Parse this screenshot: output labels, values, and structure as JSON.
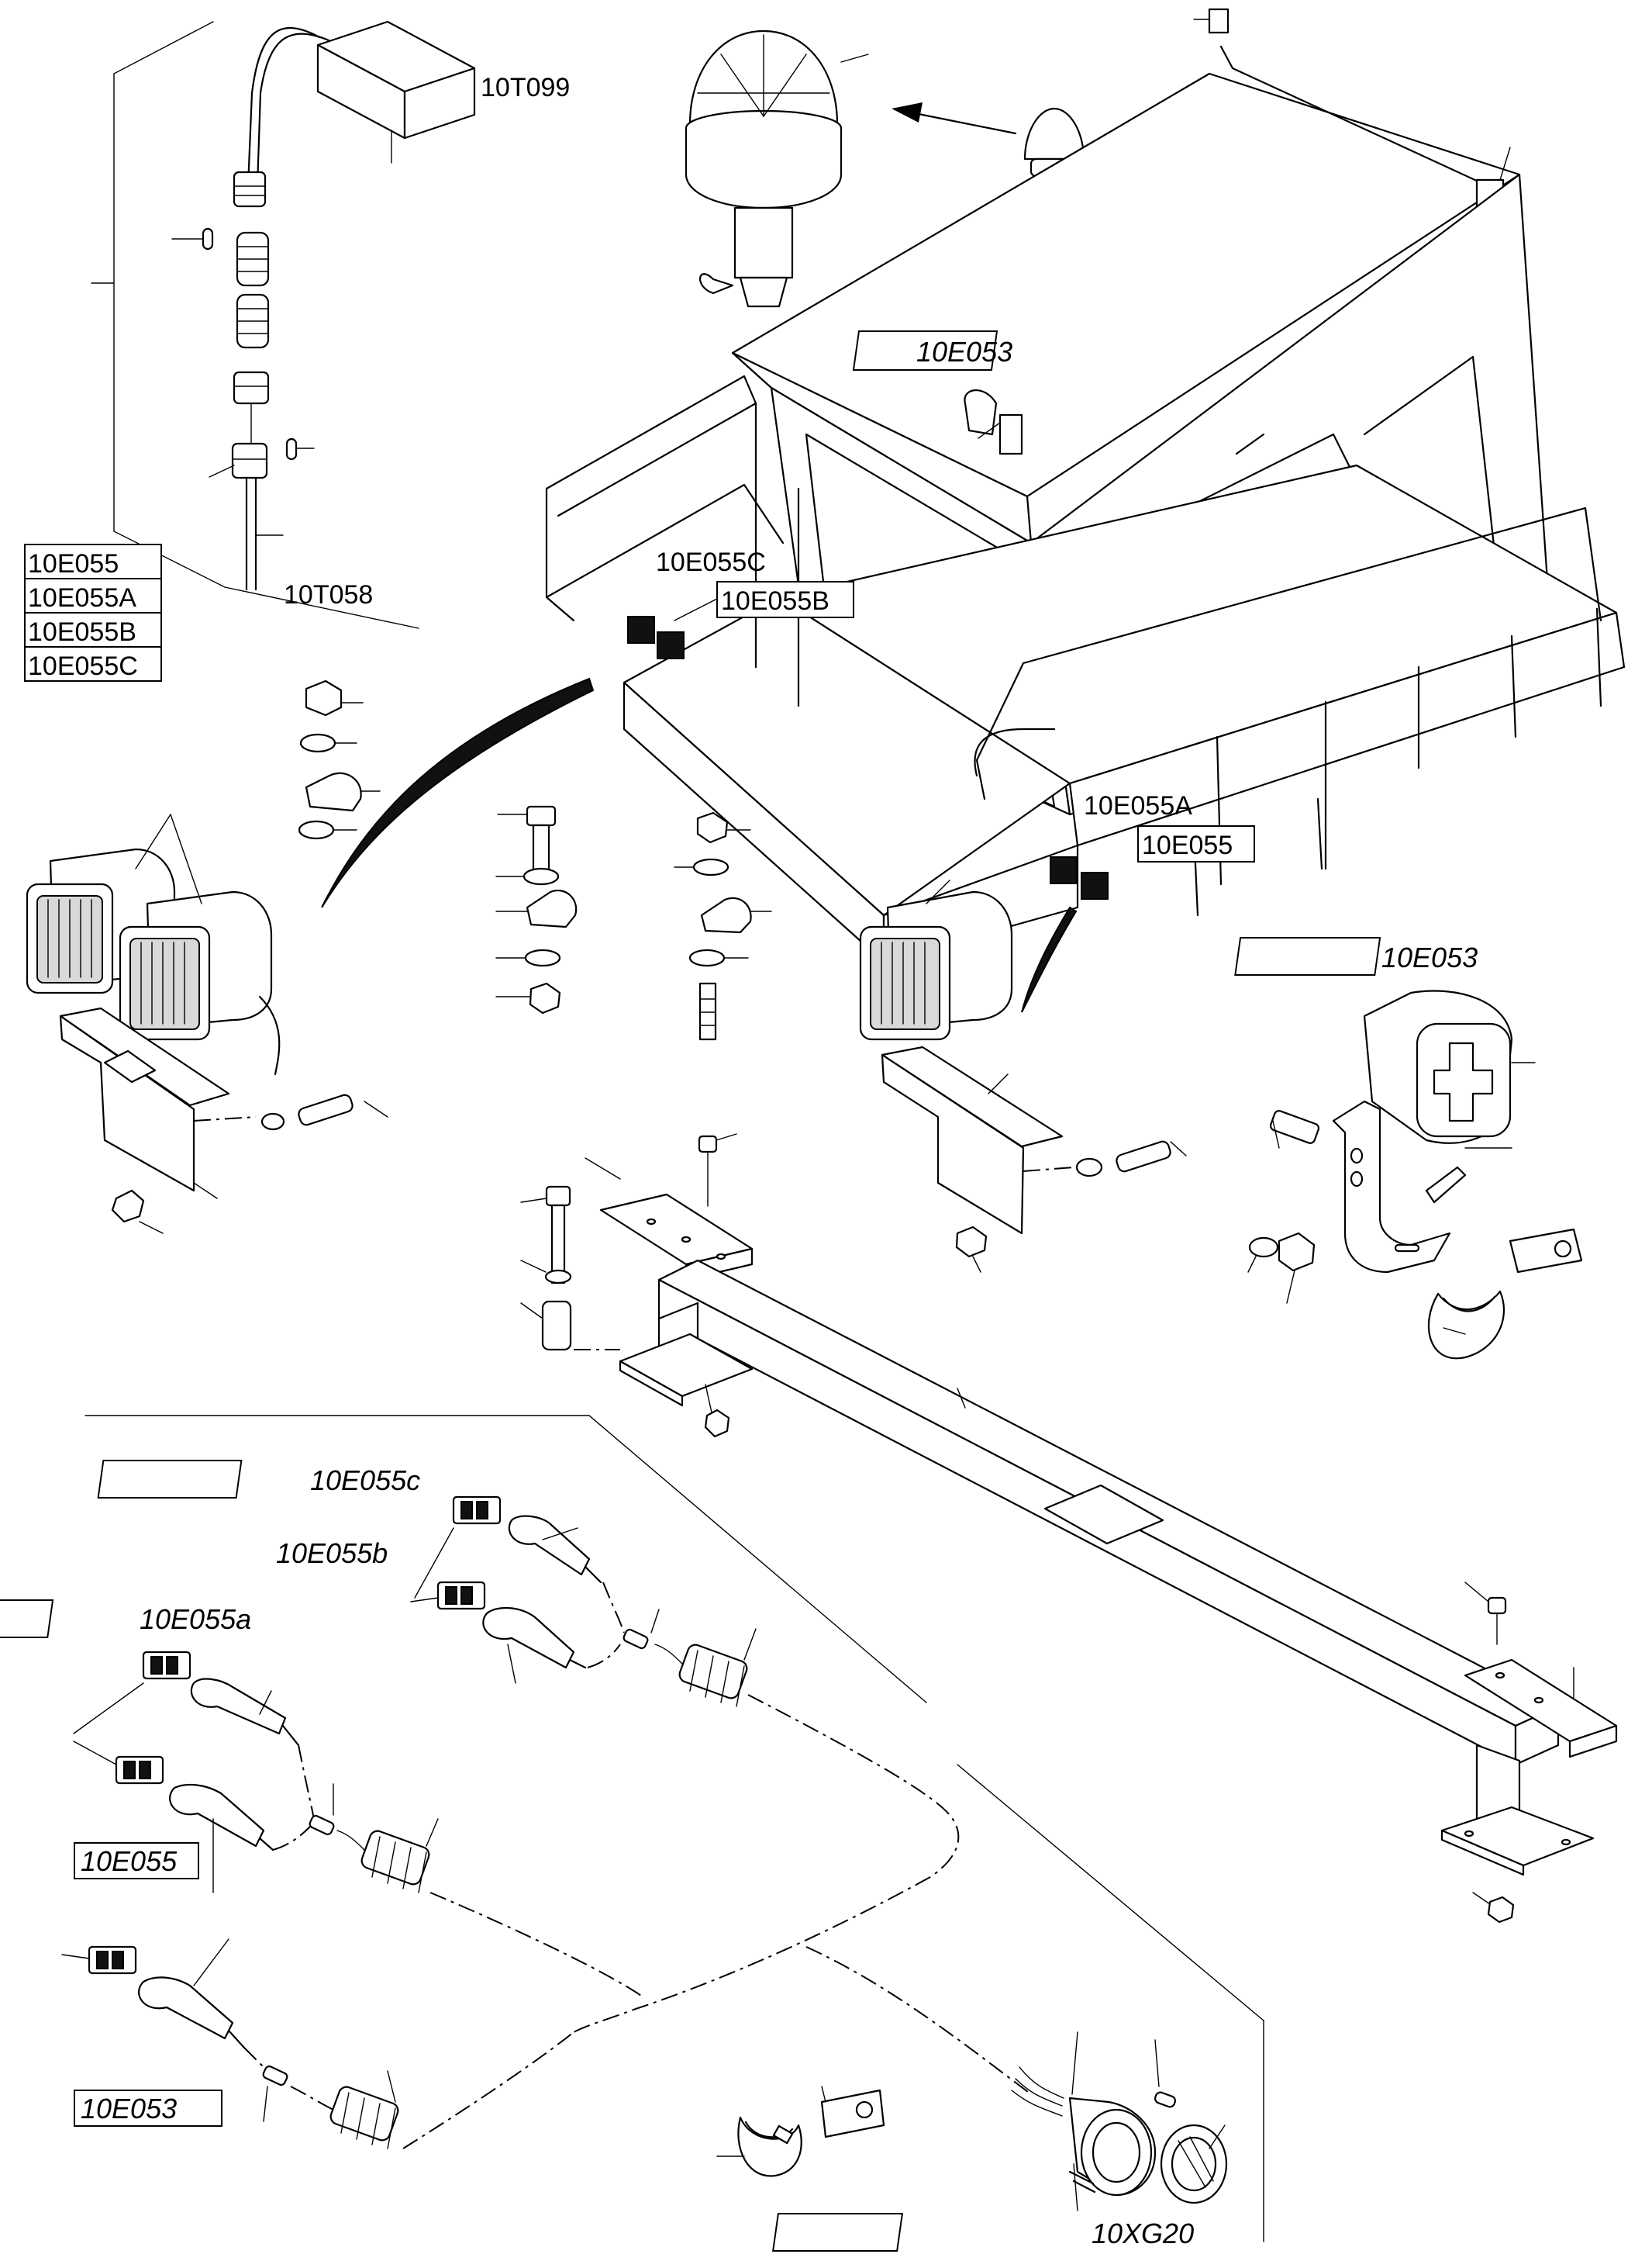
{
  "labels": {
    "t099": "10T099",
    "t058": "10T058",
    "e055_list": [
      "10E055",
      "10E055A",
      "10E055B",
      "10E055C"
    ],
    "e053_top": "10E053",
    "e055c_cab": "10E055C",
    "e055b_cab": "10E055B",
    "e055a_cab": "10E055A",
    "e055_cab": "10E055",
    "e053_right": "10E053",
    "e055c_lower": "10E055c",
    "e055b_lower": "10E055b",
    "e055a_lower": "10E055a",
    "e055_lower": "10E055",
    "e053_lower": "10E053",
    "xg20": "10XG20"
  },
  "colors": {
    "line": "#000000",
    "background": "#ffffff",
    "shade": "#d9d9d9"
  },
  "icons": [
    "beacon-icon",
    "work-light-icon",
    "horn-icon",
    "connector-icon",
    "cable-tie-icon"
  ]
}
